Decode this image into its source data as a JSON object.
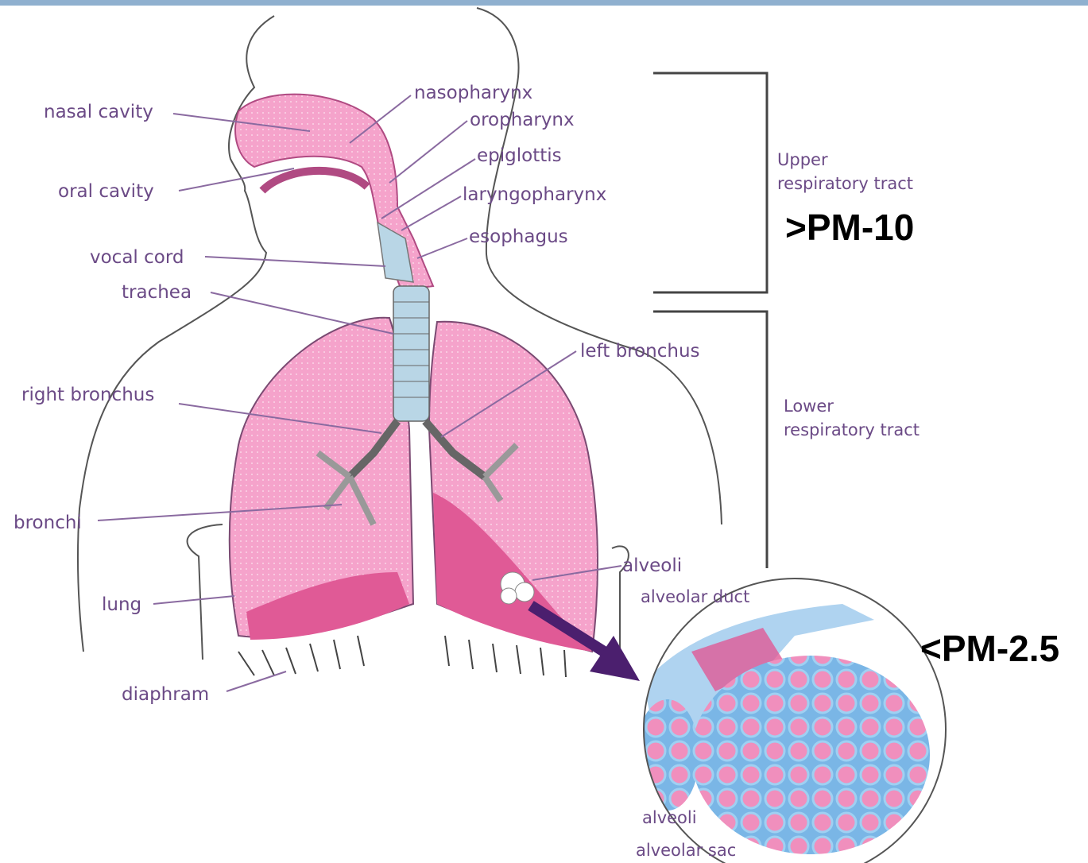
{
  "colors": {
    "top_bar": "#8fb0cf",
    "label_text": "#6b4a86",
    "lung_pink": "#f39ac6",
    "lung_dark": "#e05a96",
    "airway_blue": "#b9d6e6",
    "arrow": "#4b1f6e",
    "alveoli_blue": "#7ab6e6"
  },
  "labels": {
    "nasal_cavity": "nasal cavity",
    "oral_cavity": "oral cavity",
    "vocal_cord": "vocal cord",
    "trachea": "trachea",
    "right_bronchus": "right bronchus",
    "bronchi": "bronchi",
    "lung": "lung",
    "diaphram": "diaphram",
    "nasopharynx": "nasopharynx",
    "oropharynx": "oropharynx",
    "epiglottis": "epiglottis",
    "laryngopharynx": "laryngopharynx",
    "esophagus": "esophagus",
    "left_bronchus": "left bronchus",
    "alveoli": "alveoli",
    "alveolar_duct": "alveolar duct",
    "alveoli_inset": "alveoli",
    "alveolar_sac": "alveolar sac"
  },
  "regions": {
    "upper_line1": "Upper",
    "upper_line2": "respiratory tract",
    "lower_line1": "Lower",
    "lower_line2": "respiratory tract"
  },
  "pm": {
    "upper": ">PM-10",
    "lower": "<PM-2.5"
  }
}
